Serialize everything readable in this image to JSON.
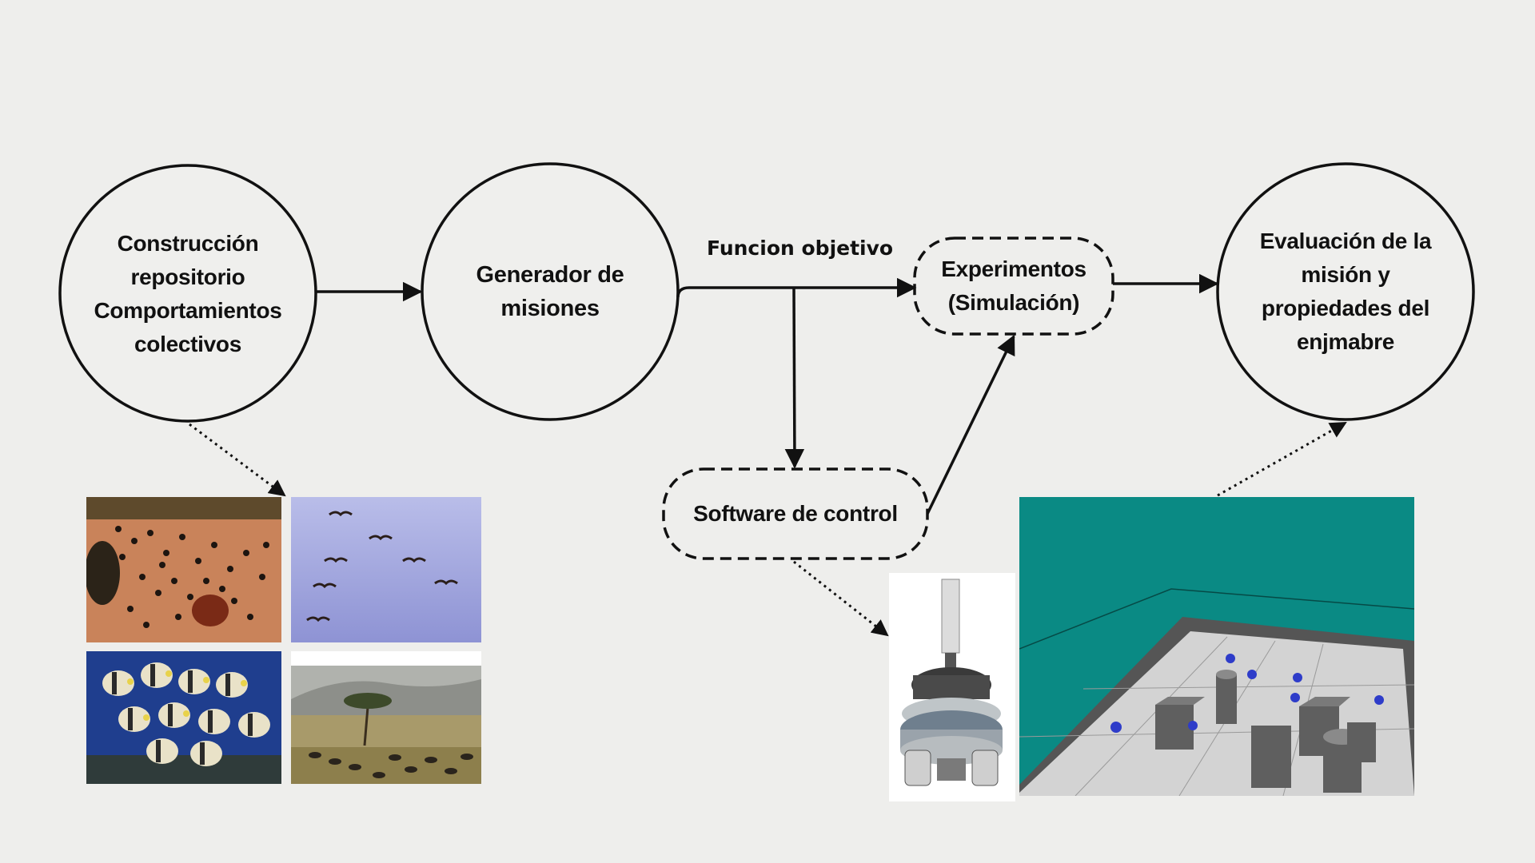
{
  "diagram": {
    "nodes": {
      "repository": {
        "lines": [
          "Construcción",
          "repositorio",
          "Comportamientos",
          "colectivos"
        ]
      },
      "generator": {
        "lines": [
          "Generador de",
          "misiones"
        ]
      },
      "experiments": {
        "lines": [
          "Experimentos",
          "(Simulación)"
        ]
      },
      "software": {
        "lines": [
          "Software de control"
        ]
      },
      "evaluation": {
        "lines": [
          "Evaluación de la",
          "misión y",
          "propiedades del",
          "enjmabre"
        ]
      }
    },
    "edges": {
      "objective_label": "Funcion objetivo"
    },
    "images": {
      "ants": "ants-photo",
      "birds": "birds-photo",
      "fish": "fish-photo",
      "herd": "herd-photo",
      "robot": "robot-photo",
      "simulation": "simulation-screenshot"
    },
    "colors": {
      "background": "#eeeeec",
      "stroke": "#111111",
      "sim_wall": "#0a8a84",
      "sim_floor": "#cfcfcf"
    }
  }
}
